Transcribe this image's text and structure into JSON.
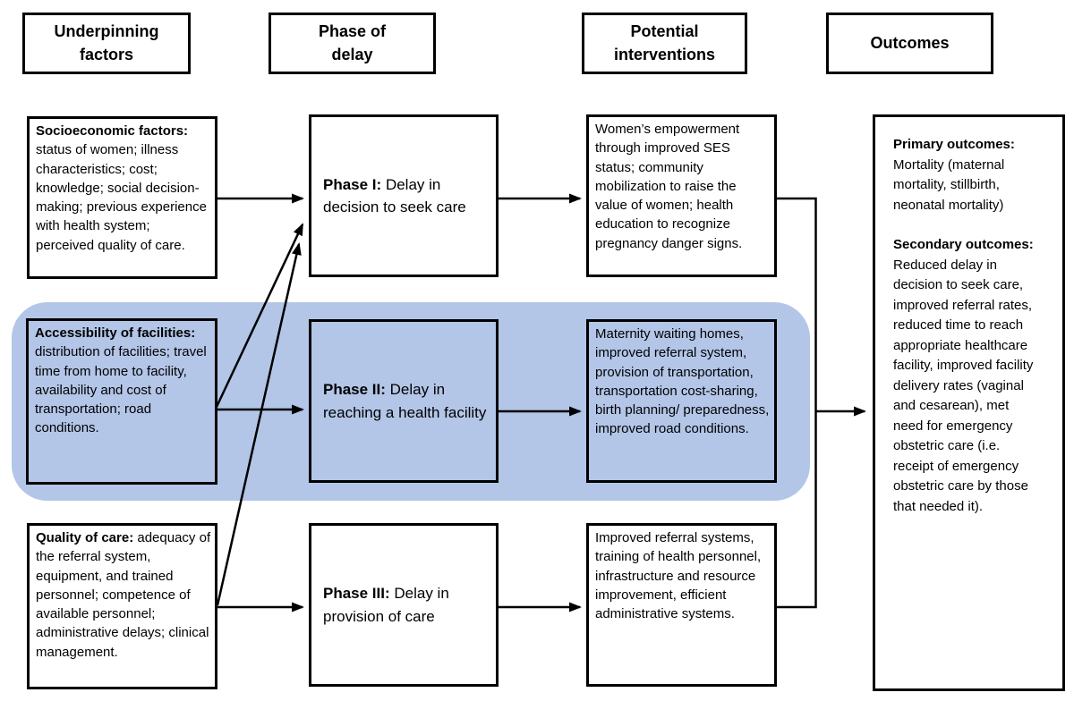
{
  "headers": {
    "underpinning": "Underpinning\nfactors",
    "phase": "Phase of\ndelay",
    "interventions": "Potential\ninterventions",
    "outcomes": "Outcomes"
  },
  "factors": {
    "socio": {
      "lead": "Socioeconomic factors:",
      "body": "status of women; illness characteristics; cost; knowledge; social decision-making; previous experience with health system; perceived quality of care."
    },
    "access": {
      "lead": "Accessibility of facilities:",
      "body": "distribution of facilities; travel time from home to facility, availability and cost of transportation; road conditions."
    },
    "quality": {
      "lead": "Quality of care:",
      "body": "adequacy of the referral system, equipment, and trained personnel; competence of available personnel; administrative delays; clinical management."
    }
  },
  "phases": {
    "p1": {
      "lead": "Phase I:",
      "body": "Delay in decision to seek care"
    },
    "p2": {
      "lead": "Phase II:",
      "body": "Delay in reaching a health facility"
    },
    "p3": {
      "lead": "Phase III:",
      "body": "Delay in provision of care"
    }
  },
  "interventions": {
    "i1": "Women’s empowerment through improved SES status; community mobilization to raise the value of women; health education to recognize pregnancy danger signs.",
    "i2": "Maternity waiting homes, improved referral system, provision of transportation, transportation cost-sharing, birth planning/ preparedness, improved road conditions.",
    "i3": "Improved referral systems, training of health personnel, infrastructure and resource improvement, efficient administrative systems."
  },
  "outcomes": {
    "primary_lead": "Primary outcomes:",
    "primary_body": "Mortality (maternal mortality, stillbirth, neonatal mortality)",
    "secondary_lead": "Secondary outcomes:",
    "secondary_body": "Reduced delay in decision to seek care, improved referral rates, reduced time to reach appropriate healthcare facility, improved facility delivery rates (vaginal and cesarean), met need for emergency obstetric care (i.e. receipt of emergency obstetric care by those that needed it)."
  },
  "colors": {
    "highlight": "#b3c6e8",
    "line": "#000000",
    "box_border": "#000000",
    "background": "#ffffff"
  }
}
